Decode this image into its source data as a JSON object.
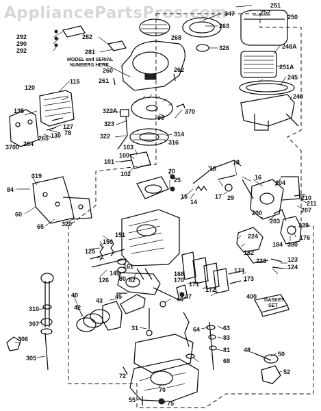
{
  "watermark": "AppliancePartsPros.com",
  "note": [
    "MODEL and SERIAL",
    "NUMBERS HERE"
  ],
  "gasket_set_label": [
    "GASKET",
    "SET"
  ],
  "callouts": [
    "251",
    "252",
    "250",
    "347",
    "263",
    "268",
    "292",
    "290",
    "292",
    "282",
    "281",
    "326",
    "248A",
    "261",
    "260",
    "262",
    "251A",
    "245",
    "240",
    "115",
    "120",
    "135",
    "127",
    "322A",
    "323",
    "370",
    "90",
    "322",
    "314",
    "316",
    "265",
    "264",
    "3700",
    "130",
    "78",
    "103",
    "100",
    "101",
    "102",
    "20",
    "25",
    "319",
    "84",
    "60",
    "65",
    "320",
    "15",
    "14",
    "16",
    "18",
    "16",
    "204",
    "17",
    "29",
    "210",
    "211",
    "207",
    "200",
    "203",
    "239",
    "224",
    "184",
    "380",
    "176",
    "150",
    "151",
    "125",
    "126",
    "149",
    "161",
    "80",
    "82",
    "168",
    "170",
    "171",
    "172",
    "174",
    "173",
    "182",
    "223",
    "123",
    "124",
    "310",
    "40",
    "42",
    "45",
    "46",
    "47",
    "43",
    "31",
    "400",
    "307",
    "306",
    "305",
    "64",
    "63",
    "83",
    "81",
    "68",
    "48",
    "50",
    "52",
    "72",
    "70",
    "55",
    "75"
  ]
}
